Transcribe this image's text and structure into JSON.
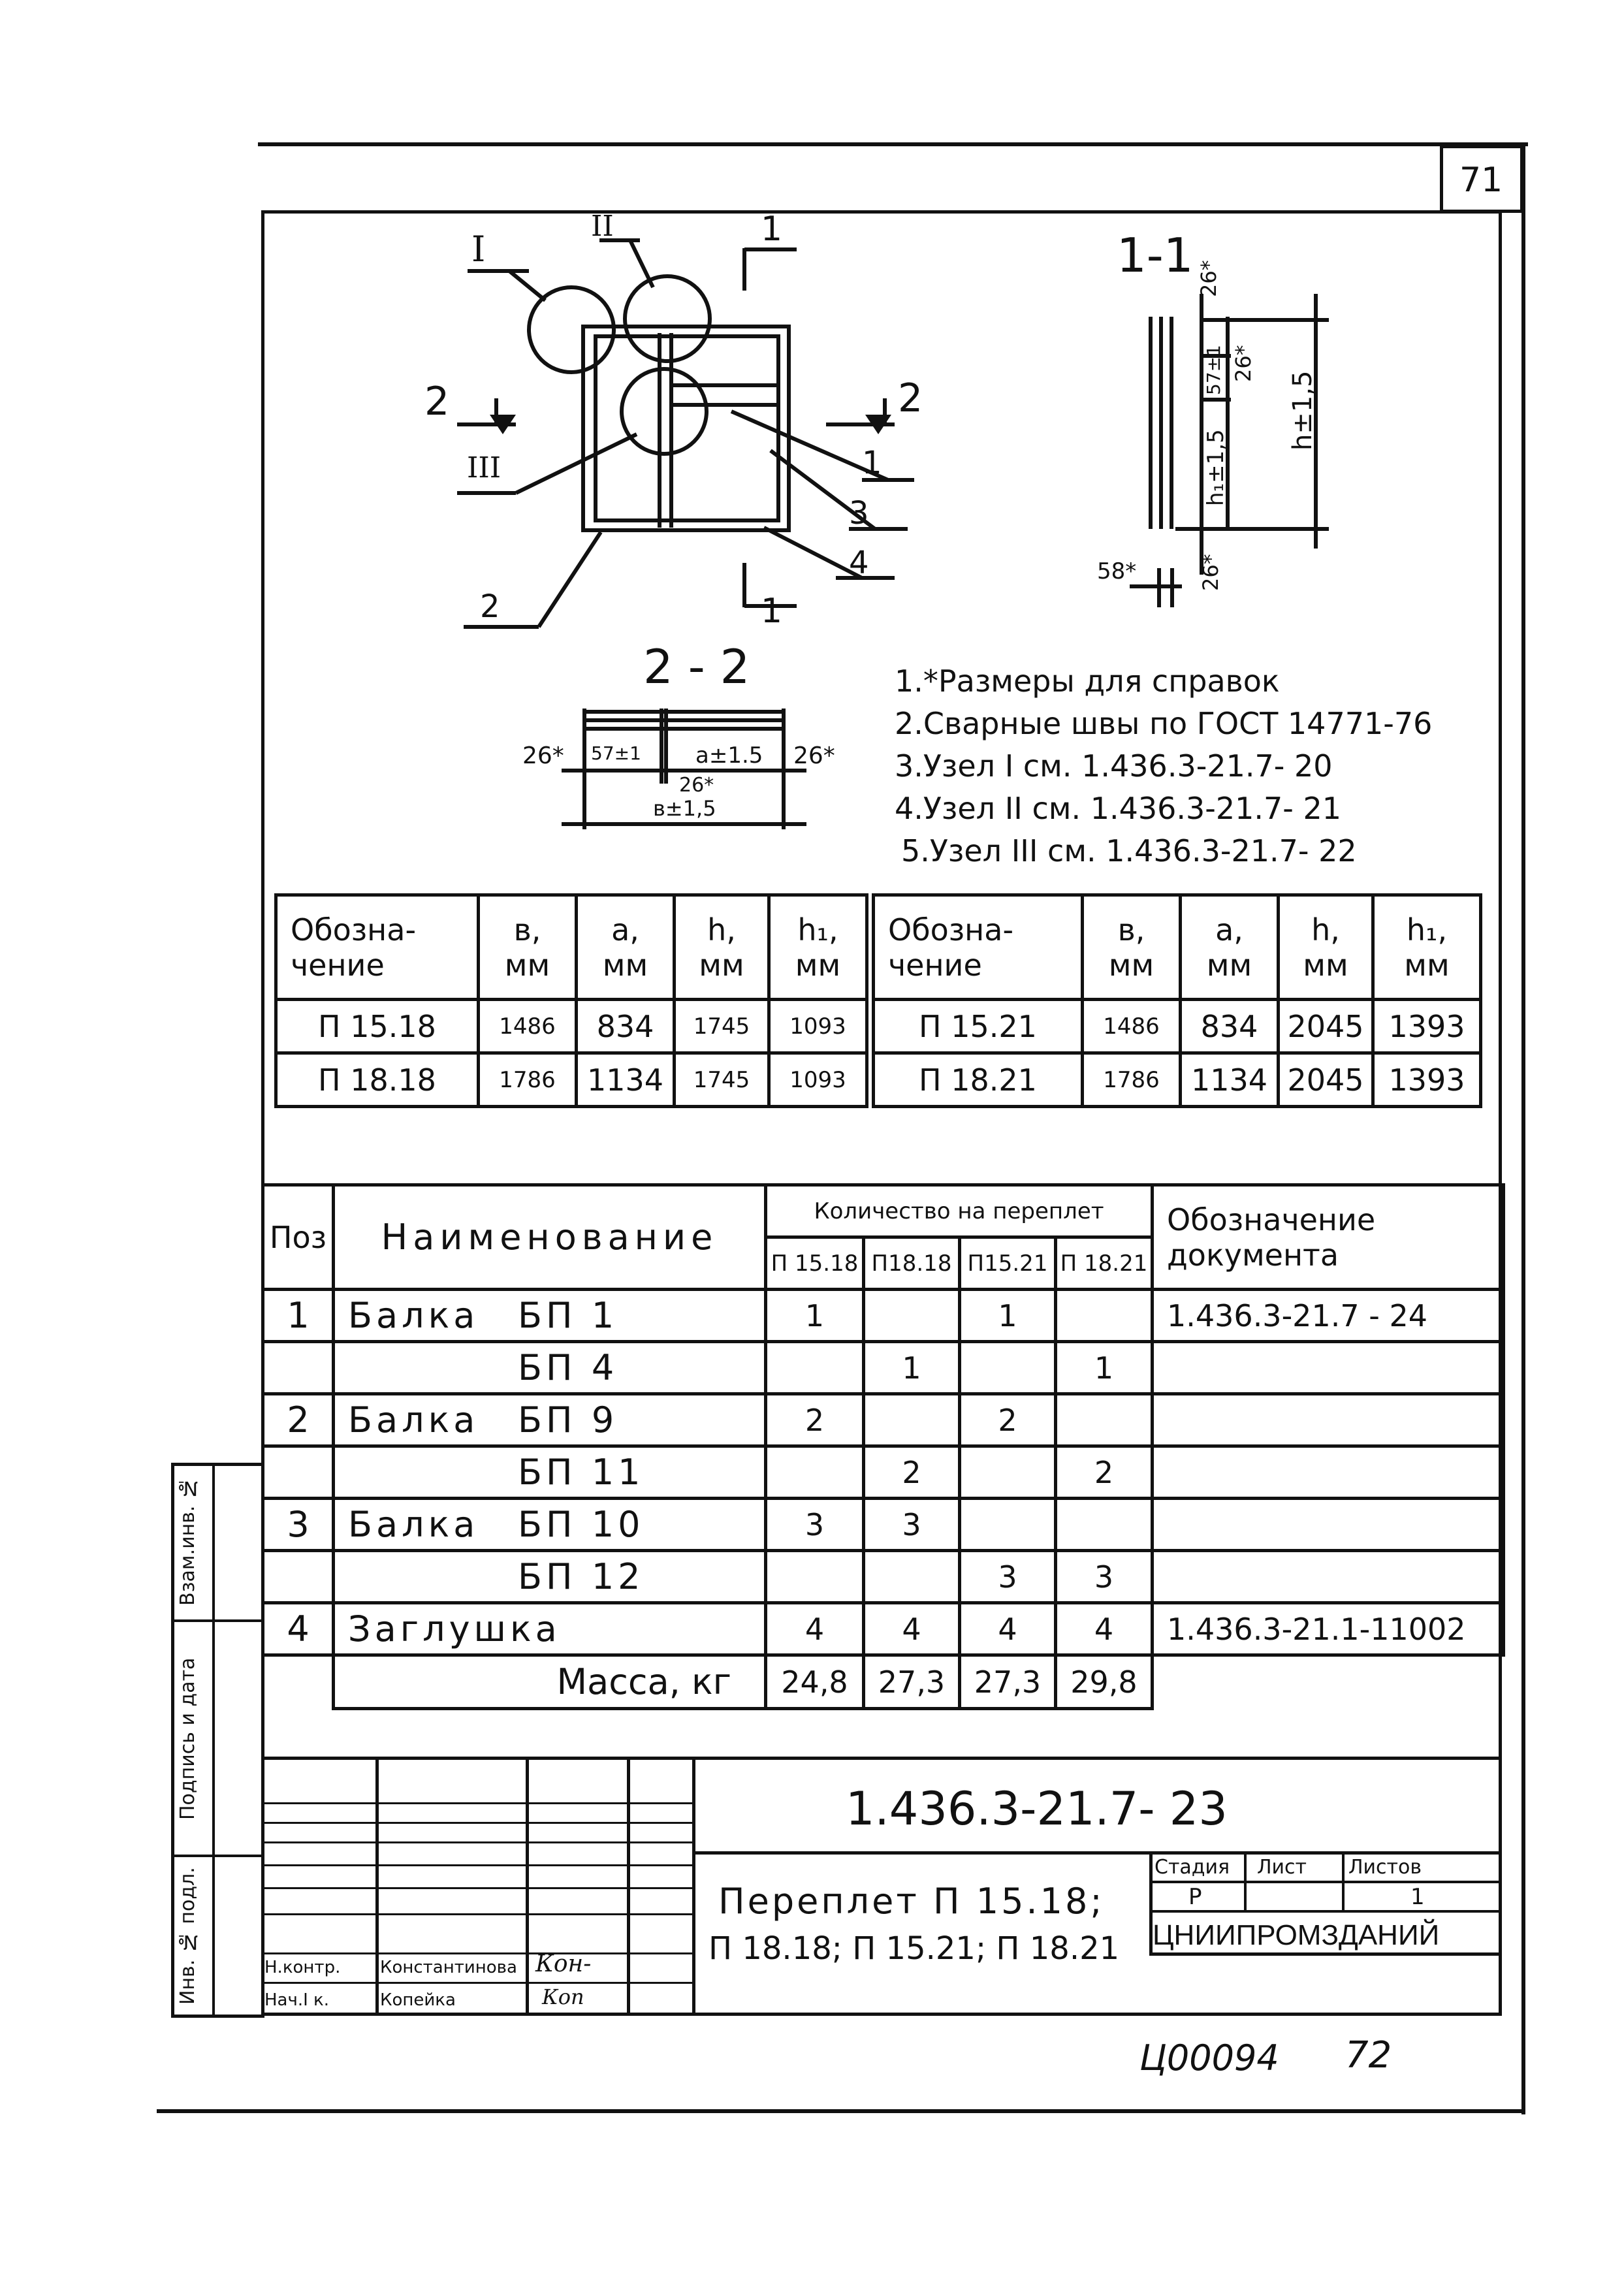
{
  "sheet_number": "71",
  "page_number": "72",
  "archive_code": "Ц00094",
  "drawing": {
    "labels": {
      "node1": "I",
      "node2": "II",
      "node3": "III",
      "sec1_top": "1",
      "sec1_bottom": "1",
      "sec2_left": "2",
      "sec2_right": "2",
      "pos1": "1",
      "pos2": "2",
      "pos3": "3",
      "pos4": "4"
    },
    "section_1_1": {
      "title": "1-1",
      "dims": [
        "26*",
        "57±1",
        "26*",
        "h±1,5",
        "h₁±1,5",
        "26*",
        "58*"
      ]
    },
    "section_2_2": {
      "title": "2 - 2",
      "dims": [
        "26*",
        "57±1",
        "a±1.5",
        "26*",
        "26*",
        "в±1,5"
      ]
    }
  },
  "notes": [
    "1.*Размеры для справок",
    "2.Сварные швы по ГОСТ 14771-76",
    "3.Узел I см. 1.436.3-21.7- 20",
    "4.Узел II см. 1.436.3-21.7- 21",
    "5.Узел III см. 1.436.3-21.7- 22"
  ],
  "dim_table": {
    "headers": [
      [
        "Обозна-",
        "чение"
      ],
      [
        "в,",
        "мм"
      ],
      [
        "a,",
        "мм"
      ],
      [
        "h,",
        "мм"
      ],
      [
        "h₁,",
        "мм"
      ]
    ],
    "rows": [
      [
        "П 15.18",
        "1486",
        "834",
        "1745",
        "1093",
        "П 15.21",
        "1486",
        "834",
        "2045",
        "1393"
      ],
      [
        "П 18.18",
        "1786",
        "1134",
        "1745",
        "1093",
        "П 18.21",
        "1786",
        "1134",
        "2045",
        "1393"
      ]
    ]
  },
  "spec_table": {
    "col_pos": "Поз",
    "col_name": "Наименование",
    "col_qty": "Количество на переплет",
    "col_doc": [
      "Обозначение",
      "документа"
    ],
    "qty_cols": [
      "П 15.18",
      "П18.18",
      "П15.21",
      "П 18.21"
    ],
    "rows": [
      [
        "1",
        "Балка",
        "БП 1",
        "1",
        "",
        "1",
        "",
        "1.436.3-21.7 - 24"
      ],
      [
        "",
        "",
        "БП 4",
        "",
        "1",
        "",
        "1",
        ""
      ],
      [
        "2",
        "Балка",
        "БП 9",
        "2",
        "",
        "2",
        "",
        ""
      ],
      [
        "",
        "",
        "БП 11",
        "",
        "2",
        "",
        "2",
        ""
      ],
      [
        "3",
        "Балка",
        "БП 10",
        "3",
        "3",
        "",
        "",
        ""
      ],
      [
        "",
        "",
        "БП 12",
        "",
        "",
        "3",
        "3",
        ""
      ],
      [
        "4",
        "Заглушка",
        "",
        "4",
        "4",
        "4",
        "4",
        "1.436.3-21.1-11002"
      ]
    ],
    "mass_label": "Масса, кг",
    "mass_values": [
      "24,8",
      "27,3",
      "27,3",
      "29,8"
    ]
  },
  "title_block": {
    "code": "1.436.3-21.7- 23",
    "title_line1": "Переплет П 15.18;",
    "title_line2": "П 18.18; П 15.21; П 18.21",
    "stage_label": "Стадия",
    "sheet_label": "Лист",
    "sheets_label": "Листов",
    "stage": "Р",
    "sheet": "",
    "sheets": "1",
    "org": "ЦНИИПРОМЗДАНИЙ",
    "roles": [
      {
        "role": "Н.контр.",
        "name": "Константинова",
        "sign": "Кон-"
      },
      {
        "role": "Нач.I к.",
        "name": "Копейкa",
        "sign": "Коп"
      }
    ]
  },
  "side_stamp": [
    "Инв. № подл.",
    "Подпись и дата",
    "Взам.инв. №"
  ]
}
